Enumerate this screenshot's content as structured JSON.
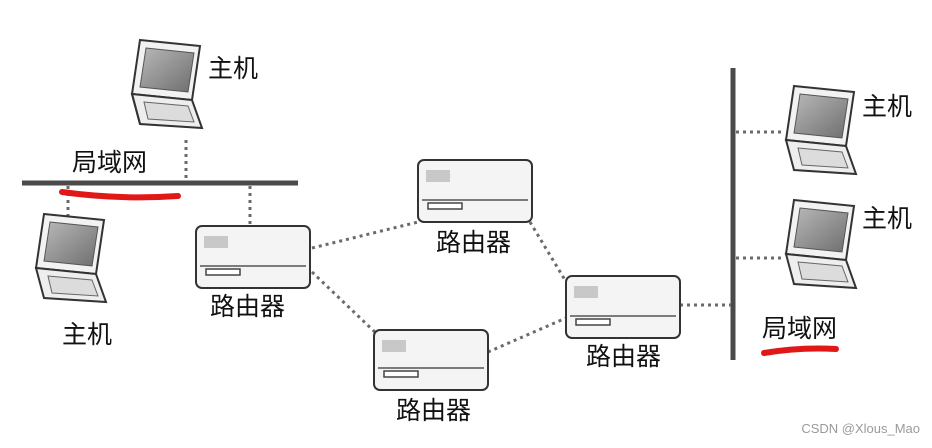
{
  "labels": {
    "host_top_left": "主机",
    "host_bottom_left": "主机",
    "host_right_top": "主机",
    "host_right_bottom": "主机",
    "lan_left": "局域网",
    "lan_right": "局域网",
    "router_left": "路由器",
    "router_top": "路由器",
    "router_bottom": "路由器",
    "router_right": "路由器"
  },
  "watermark": "CSDN @Xlous_Mao",
  "colors": {
    "line": "#4a4a4a",
    "dotted": "#6a6a6a",
    "underline": "#e01818",
    "device_fill": "#f4f4f4",
    "screen_fill": "#8c8c8c"
  },
  "icons": [
    "laptop-icon",
    "router-icon"
  ]
}
